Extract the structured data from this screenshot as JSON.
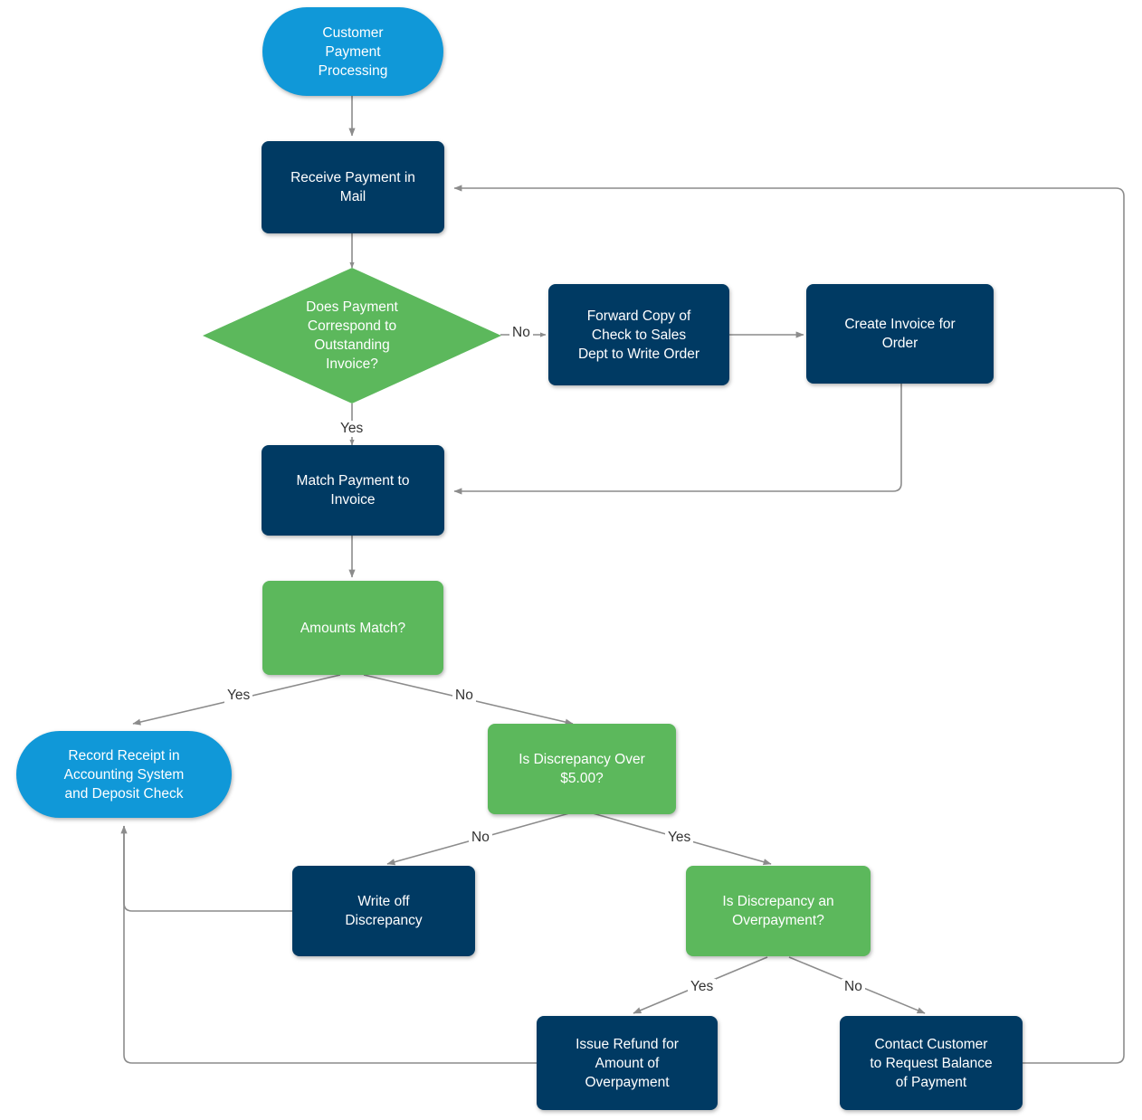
{
  "diagram": {
    "title": "Customer Payment Processing",
    "colors": {
      "terminator": "#1098d8",
      "process": "#003a63",
      "decision": "#5cb85c",
      "connector": "#808080",
      "label_text": "#333333",
      "node_text": "#ffffff",
      "background": "#ffffff"
    },
    "nodes": [
      {
        "id": "start",
        "label": "Customer\nPayment\nProcessing",
        "shape": "terminator"
      },
      {
        "id": "receive",
        "label": "Receive Payment in\nMail",
        "shape": "process"
      },
      {
        "id": "correspond",
        "label": "Does Payment\nCorrespond to\nOutstanding\nInvoice?",
        "shape": "diamond"
      },
      {
        "id": "forward",
        "label": "Forward Copy of\nCheck to Sales\nDept to Write Order",
        "shape": "process"
      },
      {
        "id": "createinv",
        "label": "Create Invoice for\nOrder",
        "shape": "process"
      },
      {
        "id": "match",
        "label": "Match Payment to\nInvoice",
        "shape": "process"
      },
      {
        "id": "amounts",
        "label": "Amounts Match?",
        "shape": "decision"
      },
      {
        "id": "record",
        "label": "Record Receipt in\nAccounting System\nand Deposit Check",
        "shape": "terminator"
      },
      {
        "id": "over5",
        "label": "Is Discrepancy Over\n$5.00?",
        "shape": "decision"
      },
      {
        "id": "writeoff",
        "label": "Write off\nDiscrepancy",
        "shape": "process"
      },
      {
        "id": "overpay",
        "label": "Is Discrepancy an\nOverpayment?",
        "shape": "decision"
      },
      {
        "id": "refund",
        "label": "Issue Refund for\nAmount of\nOverpayment",
        "shape": "process"
      },
      {
        "id": "contact",
        "label": "Contact Customer\nto Request Balance\nof Payment",
        "shape": "process"
      }
    ],
    "edges": [
      {
        "from": "start",
        "to": "receive",
        "label": ""
      },
      {
        "from": "receive",
        "to": "correspond",
        "label": ""
      },
      {
        "from": "correspond",
        "to": "forward",
        "label": "No"
      },
      {
        "from": "correspond",
        "to": "match",
        "label": "Yes"
      },
      {
        "from": "forward",
        "to": "createinv",
        "label": ""
      },
      {
        "from": "createinv",
        "to": "match",
        "label": ""
      },
      {
        "from": "match",
        "to": "amounts",
        "label": ""
      },
      {
        "from": "amounts",
        "to": "record",
        "label": "Yes"
      },
      {
        "from": "amounts",
        "to": "over5",
        "label": "No"
      },
      {
        "from": "over5",
        "to": "writeoff",
        "label": "No"
      },
      {
        "from": "over5",
        "to": "overpay",
        "label": "Yes"
      },
      {
        "from": "overpay",
        "to": "refund",
        "label": "Yes"
      },
      {
        "from": "overpay",
        "to": "contact",
        "label": "No"
      },
      {
        "from": "writeoff",
        "to": "record",
        "label": ""
      },
      {
        "from": "refund",
        "to": "record",
        "label": ""
      },
      {
        "from": "contact",
        "to": "receive",
        "label": ""
      }
    ],
    "edge_labels": [
      {
        "id": "lbl-no-correspond",
        "text": "No"
      },
      {
        "id": "lbl-yes-correspond",
        "text": "Yes"
      },
      {
        "id": "lbl-yes-amounts",
        "text": "Yes"
      },
      {
        "id": "lbl-no-amounts",
        "text": "No"
      },
      {
        "id": "lbl-no-over5",
        "text": "No"
      },
      {
        "id": "lbl-yes-over5",
        "text": "Yes"
      },
      {
        "id": "lbl-yes-overpay",
        "text": "Yes"
      },
      {
        "id": "lbl-no-overpay",
        "text": "No"
      }
    ]
  }
}
